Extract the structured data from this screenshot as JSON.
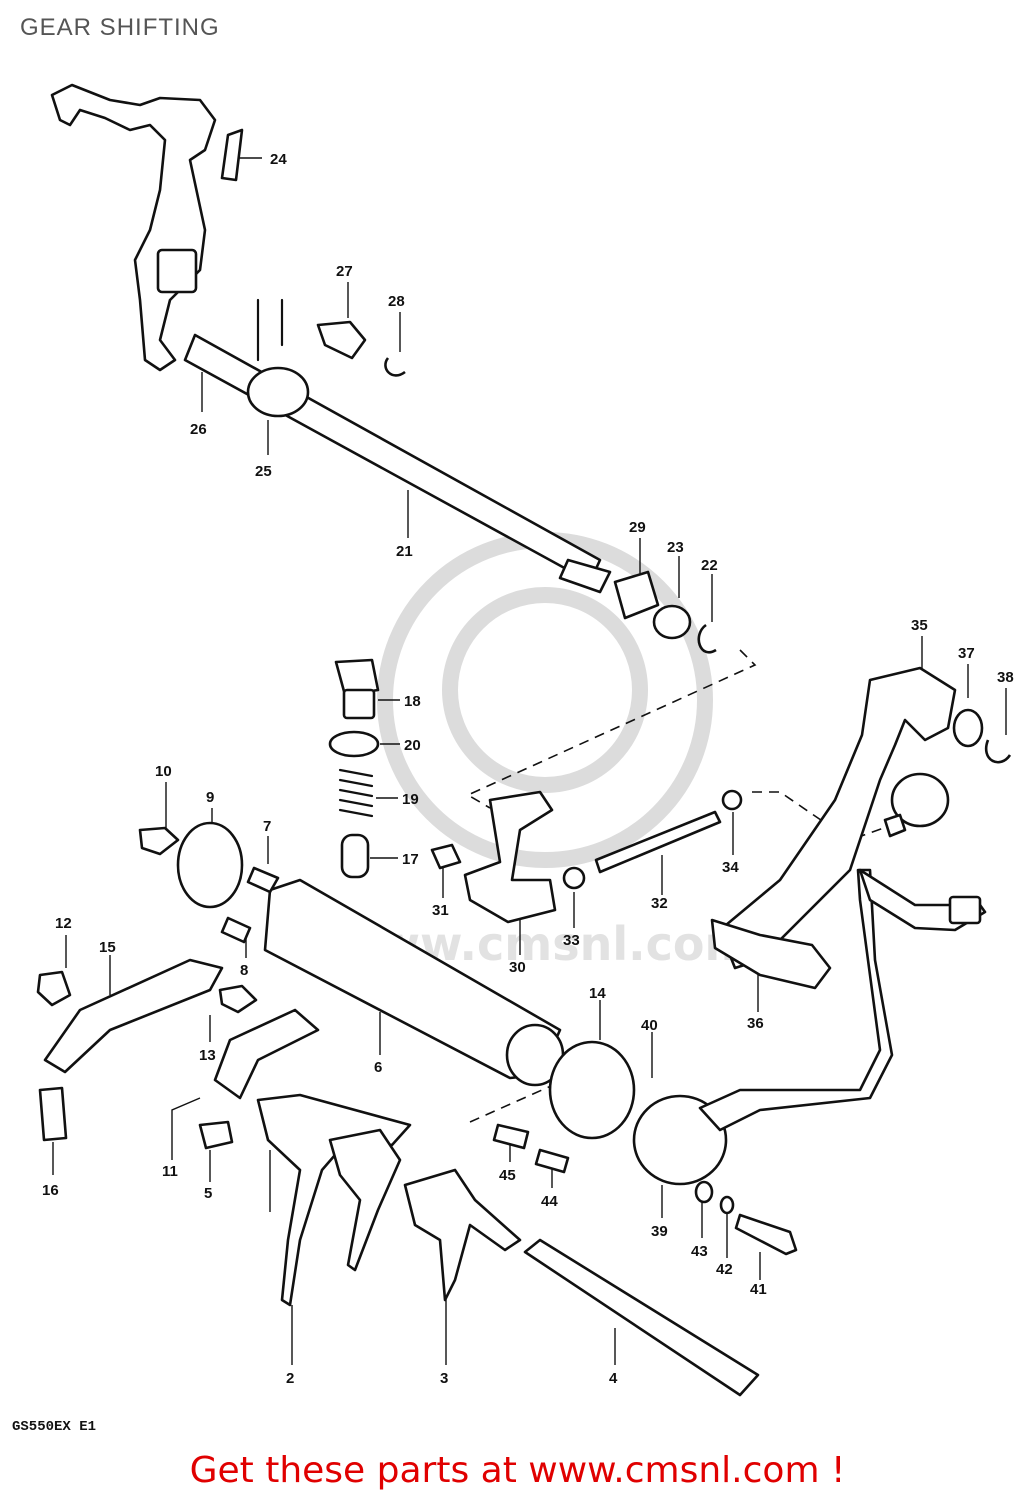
{
  "page": {
    "title": "GEAR SHIFTING"
  },
  "diagram": {
    "model_code": "GS550EX  E1",
    "callouts": [
      {
        "id": "c24",
        "label": "24"
      },
      {
        "id": "c27",
        "label": "27"
      },
      {
        "id": "c28",
        "label": "28"
      },
      {
        "id": "c26",
        "label": "26"
      },
      {
        "id": "c25",
        "label": "25"
      },
      {
        "id": "c21",
        "label": "21"
      },
      {
        "id": "c29",
        "label": "29"
      },
      {
        "id": "c23",
        "label": "23"
      },
      {
        "id": "c22",
        "label": "22"
      },
      {
        "id": "c35",
        "label": "35"
      },
      {
        "id": "c37",
        "label": "37"
      },
      {
        "id": "c38",
        "label": "38"
      },
      {
        "id": "c18",
        "label": "18"
      },
      {
        "id": "c20",
        "label": "20"
      },
      {
        "id": "c19",
        "label": "19"
      },
      {
        "id": "c17",
        "label": "17"
      },
      {
        "id": "c10",
        "label": "10"
      },
      {
        "id": "c9",
        "label": "9"
      },
      {
        "id": "c7",
        "label": "7"
      },
      {
        "id": "c31",
        "label": "31"
      },
      {
        "id": "c30",
        "label": "30"
      },
      {
        "id": "c33",
        "label": "33"
      },
      {
        "id": "c32",
        "label": "32"
      },
      {
        "id": "c34",
        "label": "34"
      },
      {
        "id": "c36",
        "label": "36"
      },
      {
        "id": "c12",
        "label": "12"
      },
      {
        "id": "c15",
        "label": "15"
      },
      {
        "id": "c8",
        "label": "8"
      },
      {
        "id": "c13",
        "label": "13"
      },
      {
        "id": "c6",
        "label": "6"
      },
      {
        "id": "c14",
        "label": "14"
      },
      {
        "id": "c40",
        "label": "40"
      },
      {
        "id": "c11",
        "label": "11"
      },
      {
        "id": "c16",
        "label": "16"
      },
      {
        "id": "c5",
        "label": "5"
      },
      {
        "id": "c45",
        "label": "45"
      },
      {
        "id": "c44",
        "label": "44"
      },
      {
        "id": "c39",
        "label": "39"
      },
      {
        "id": "c43",
        "label": "43"
      },
      {
        "id": "c42",
        "label": "42"
      },
      {
        "id": "c41",
        "label": "41"
      },
      {
        "id": "c2",
        "label": "2"
      },
      {
        "id": "c3",
        "label": "3"
      },
      {
        "id": "c4",
        "label": "4"
      }
    ]
  },
  "watermark": {
    "text": "www.cmsnl.com"
  },
  "footer": {
    "text": "Get these parts at www.cmsnl.com !"
  },
  "colors": {
    "footer": "#e00000",
    "title": "#555555",
    "ink": "#111111"
  }
}
